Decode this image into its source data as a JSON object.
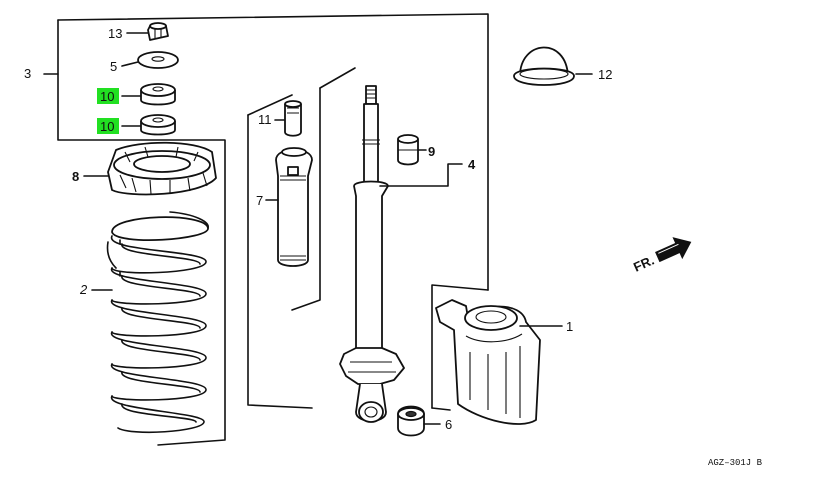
{
  "labels": {
    "l13": "13",
    "l5": "5",
    "l3": "3",
    "l10a": "10",
    "l10b": "10",
    "l8": "8",
    "l11": "11",
    "l7": "7",
    "l2": "2",
    "l9": "9",
    "l4": "4",
    "l12": "12",
    "l1": "1",
    "l6": "6"
  },
  "front_marker": "FR.",
  "diagram_code": "AGZ–301J B",
  "colors": {
    "highlight": "#22e022",
    "line": "#111111",
    "background": "#ffffff"
  },
  "highlighted_parts": [
    "10"
  ]
}
